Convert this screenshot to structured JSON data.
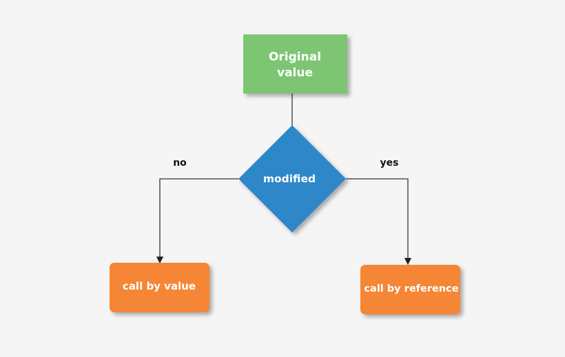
{
  "flowchart": {
    "start_node": {
      "line1": "Original",
      "line2": "value",
      "color": "#7dc573"
    },
    "decision_node": {
      "label": "modified",
      "color": "#2d87c8"
    },
    "branch_no": {
      "label": "no"
    },
    "branch_yes": {
      "label": "yes"
    },
    "result_left": {
      "label": "call by value",
      "color": "#f58634"
    },
    "result_right": {
      "label": "call by reference",
      "color": "#f58634"
    }
  }
}
